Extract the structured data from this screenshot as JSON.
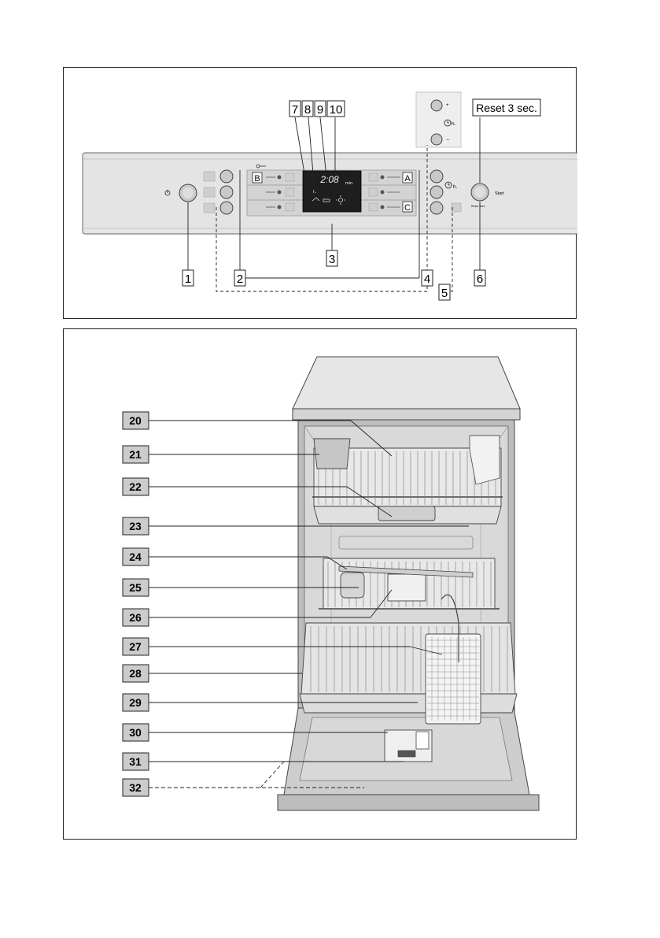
{
  "panel": {
    "display_time": "2:08",
    "display_unit_min": "min.",
    "display_unit_h": "h.",
    "timer_unit": "h.",
    "start_label": "Start",
    "reset_small": "Reset 3sec",
    "plus_sign": "+",
    "minus_sign": "−",
    "zone_a": "A",
    "zone_b": "B",
    "zone_c": "C",
    "reset_callout": "Reset 3 sec.",
    "callouts": [
      "1",
      "2",
      "3",
      "4",
      "5",
      "6",
      "7",
      "8",
      "9",
      "10"
    ]
  },
  "machine": {
    "callouts": [
      "20",
      "21",
      "22",
      "23",
      "24",
      "25",
      "26",
      "27",
      "28",
      "29",
      "30",
      "31",
      "32"
    ]
  }
}
